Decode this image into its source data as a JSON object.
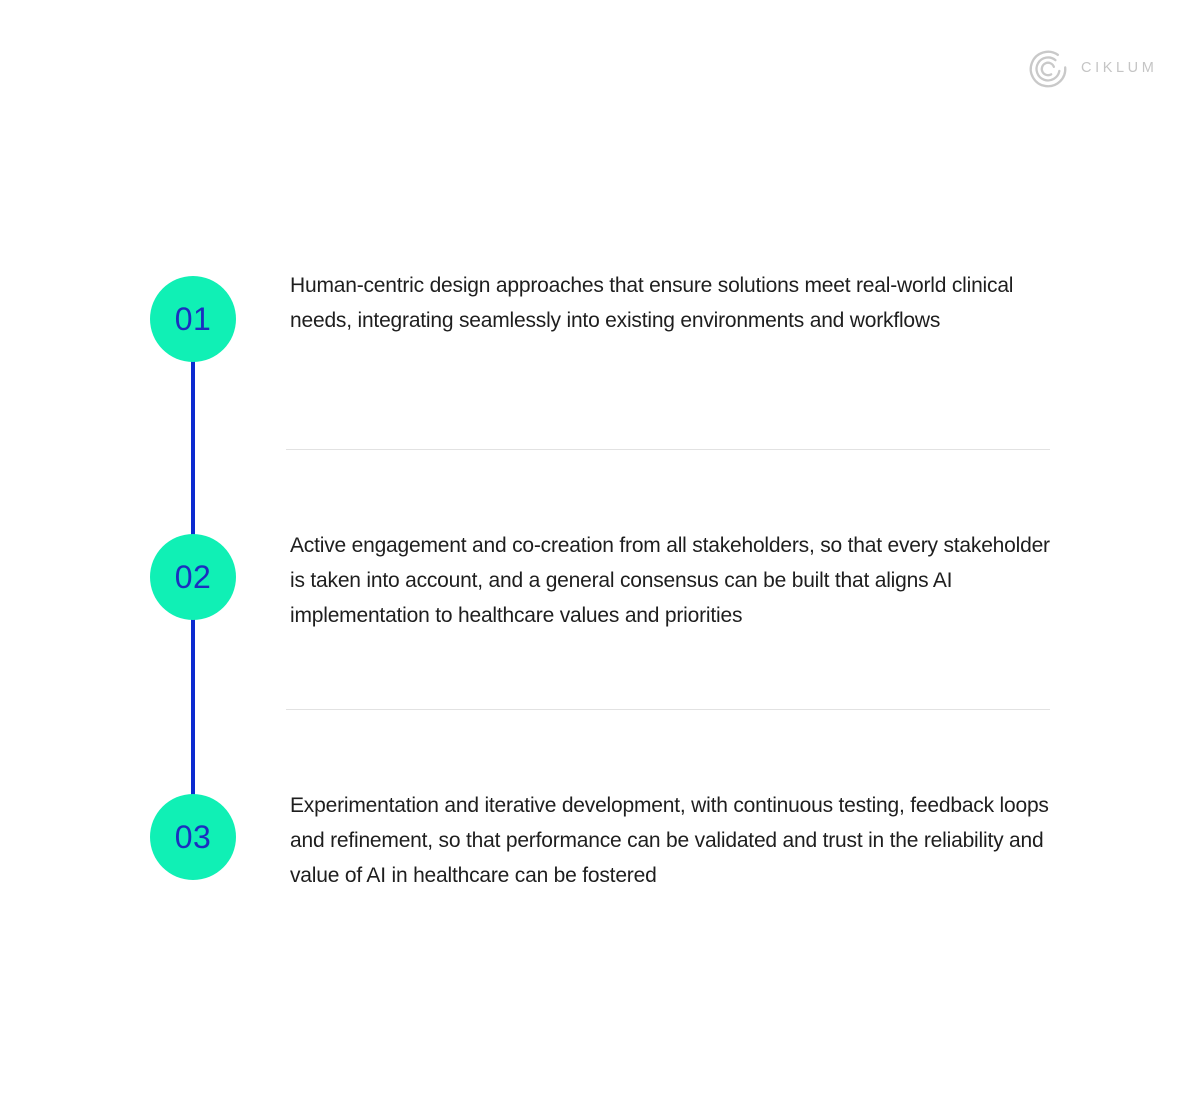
{
  "page": {
    "background": "#ffffff"
  },
  "brand": {
    "logo_text": "CIKLUM"
  },
  "colors": {
    "page_background": "#ffffff",
    "circle_fill": "#10f0b5",
    "number_color": "#1b2ec0",
    "line_color": "#0b2ad0",
    "text_color": "#1e1e1e",
    "divider_color": "#e2e2e2",
    "logo_color": "#c5c5c5"
  },
  "steps": [
    {
      "number": "01",
      "text": "Human-centric design approaches that ensure solutions meet real-world clinical needs, integrating seamlessly into existing environments and workflows"
    },
    {
      "number": "02",
      "text": "Active engagement and co-creation from all stakeholders, so that every stakeholder is taken into account, and a general consensus can be built that aligns AI implementation to healthcare values and priorities"
    },
    {
      "number": "03",
      "text": "Experimentation and iterative development, with continuous testing, feedback loops and refinement, so that performance can be validated and trust in the reliability and value of AI in healthcare can be fostered"
    }
  ]
}
